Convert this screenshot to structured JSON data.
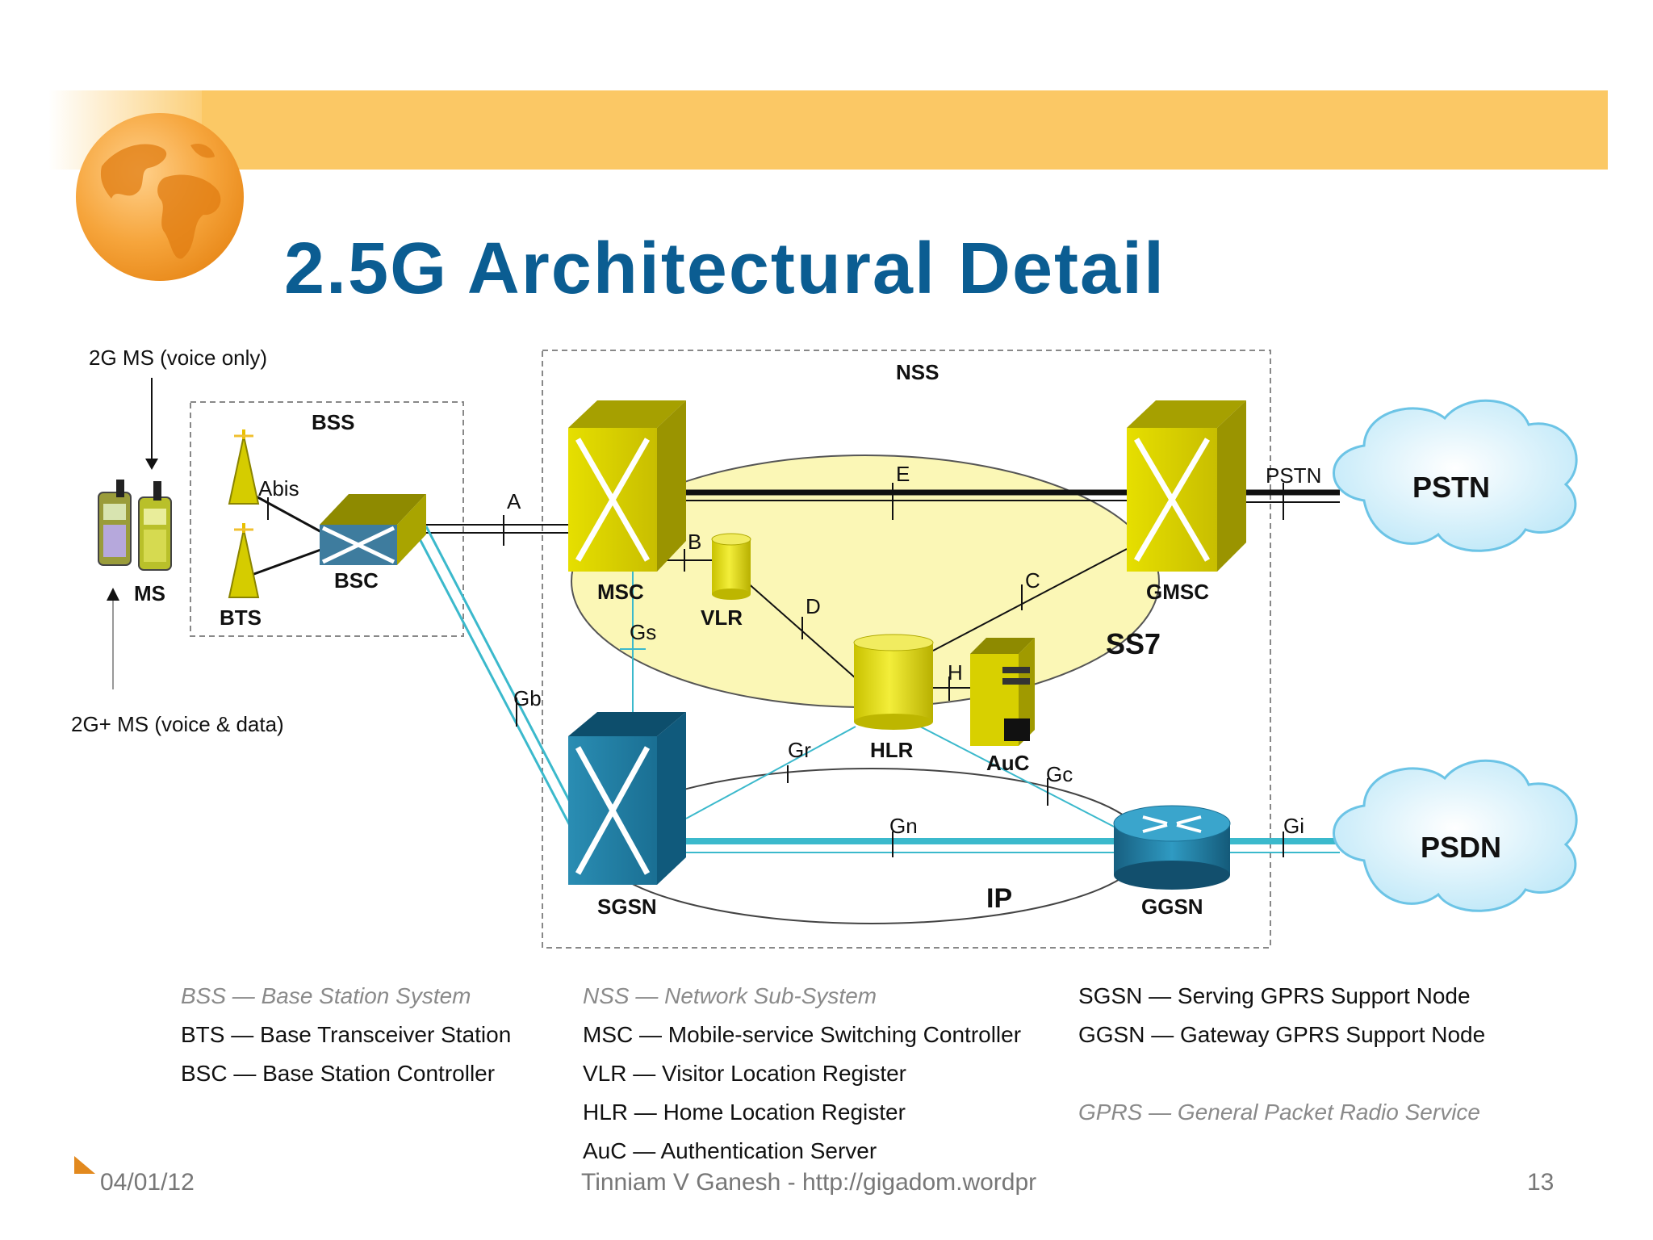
{
  "slide": {
    "title": "2.5G Architectural Detail"
  },
  "diagram": {
    "groups": {
      "bss": "BSS",
      "nss": "NSS",
      "ss7": "SS7",
      "ip": "IP"
    },
    "nodes": {
      "ms": "MS",
      "bts": "BTS",
      "bsc": "BSC",
      "msc": "MSC",
      "vlr": "VLR",
      "hlr": "HLR",
      "auc": "AuC",
      "gmsc": "GMSC",
      "sgsn": "SGSN",
      "ggsn": "GGSN",
      "pstn": "PSTN",
      "psdn": "PSDN"
    },
    "annotations": {
      "ms_2g": "2G MS (voice only)",
      "ms_2g_plus": "2G+ MS (voice & data)"
    },
    "interfaces": {
      "abis": "Abis",
      "a": "A",
      "e": "E",
      "b": "B",
      "c": "C",
      "d": "D",
      "h": "H",
      "gs": "Gs",
      "gb": "Gb",
      "gr": "Gr",
      "gc": "Gc",
      "gn": "Gn",
      "gi": "Gi",
      "pstn": "PSTN"
    }
  },
  "legend": {
    "col1": [
      {
        "text": "BSS — Base Station System",
        "style": "italic"
      },
      {
        "text": "BTS — Base Transceiver Station",
        "style": "normal"
      },
      {
        "text": "BSC — Base Station Controller",
        "style": "normal"
      }
    ],
    "col2": [
      {
        "text": "NSS — Network Sub-System",
        "style": "italic"
      },
      {
        "text": "MSC — Mobile-service Switching Controller",
        "style": "normal"
      },
      {
        "text": "VLR — Visitor Location Register",
        "style": "normal"
      },
      {
        "text": "HLR — Home Location Register",
        "style": "normal"
      },
      {
        "text": "AuC — Authentication Server",
        "style": "normal"
      }
    ],
    "col3": [
      {
        "text": "SGSN — Serving GPRS Support Node",
        "style": "normal"
      },
      {
        "text": "GGSN — Gateway GPRS Support Node",
        "style": "normal"
      },
      {
        "text": "",
        "style": "normal"
      },
      {
        "text": "GPRS — General Packet Radio Service",
        "style": "italic"
      }
    ]
  },
  "footer": {
    "date": "04/01/12",
    "author": "Tinniam V Ganesh - http://gigadom.wordpr",
    "page": "13"
  },
  "colors": {
    "title": "#0b5d92",
    "banner": "#fbc865",
    "globe": "#f39c2b",
    "switch_yellow": "#d8d000",
    "switch_teal": "#1e7fa3",
    "cloud": "#cfeefb",
    "link_cyan": "#3bb9cc"
  }
}
